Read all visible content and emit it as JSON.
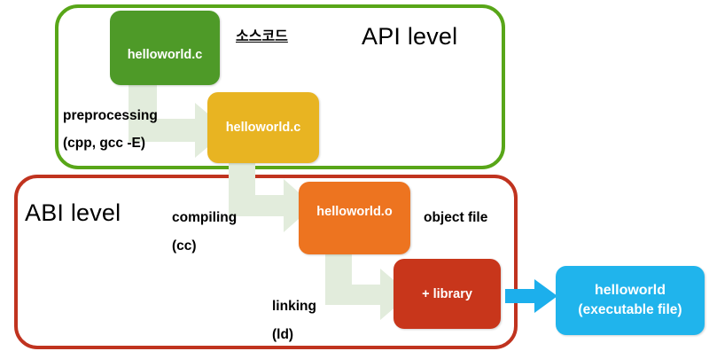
{
  "diagram": {
    "title_api": "API level",
    "title_abi": "ABI level",
    "colors": {
      "api_border": "#58A618",
      "abi_border": "#C0331F",
      "source_box": "#4E9A28",
      "preprocessed_box": "#E8B422",
      "object_box": "#ED7420",
      "library_box": "#C8361B",
      "executable_box": "#20B4EC",
      "arrow_pale": "#E2ECDC",
      "arrow_blue": "#1CAFEC",
      "text_dark": "#000000",
      "text_light": "#FFFFFF"
    },
    "nodes": [
      {
        "id": "source-c",
        "label": "helloworld.c"
      },
      {
        "id": "preprocessed-c",
        "label": "helloworld.c"
      },
      {
        "id": "object-o",
        "label": "helloworld.o"
      },
      {
        "id": "library",
        "label": "+ library"
      },
      {
        "id": "executable",
        "label_line1": "helloworld",
        "label_line2": "(executable file)"
      }
    ],
    "annotations": {
      "sourcecode": "소스코드",
      "object_file": "object file"
    },
    "steps": [
      {
        "id": "preprocessing",
        "name": "preprocessing",
        "tools": "(cpp, gcc -E)"
      },
      {
        "id": "compiling",
        "name": "compiling",
        "tools": "(cc)"
      },
      {
        "id": "linking",
        "name": "linking",
        "tools": "(ld)"
      }
    ]
  }
}
